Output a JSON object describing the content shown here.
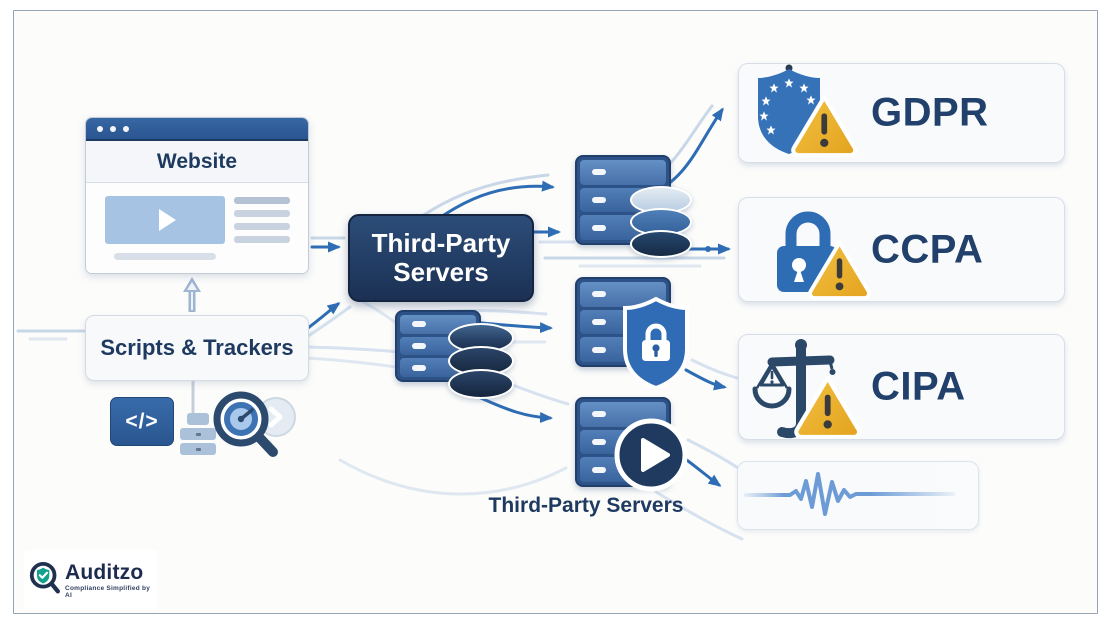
{
  "website": {
    "title": "Website"
  },
  "scripts_box": {
    "label": "Scripts & Trackers"
  },
  "code_icon_text": "</>",
  "tps_box": {
    "line1": "Third-Party",
    "line2": "Servers"
  },
  "servers_caption": "Third-Party Servers",
  "cards": [
    {
      "label": "GDPR",
      "icon": "eu-shield-warning-icon"
    },
    {
      "label": "CCPA",
      "icon": "padlock-warning-icon"
    },
    {
      "label": "CIPA",
      "icon": "scales-warning-icon"
    },
    {
      "label": "",
      "icon": "waveform-icon"
    }
  ],
  "logo": {
    "name": "Auditzo",
    "tagline": "Compliance Simplified by AI"
  },
  "colors": {
    "accent_blue": "#2e6cb3",
    "navy_text": "#1f3a60",
    "dark_box": "#22406a",
    "warning_yellow": "#eeb32e",
    "shield_blue": "#3572b8",
    "logo_teal": "#14a391",
    "card_bg": "#f8fafc",
    "card_border": "#d8dee8"
  }
}
